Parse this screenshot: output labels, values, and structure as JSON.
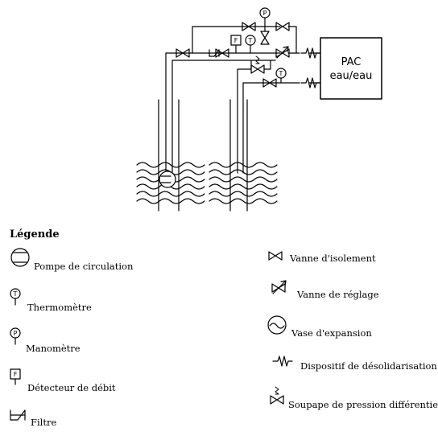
{
  "diagram": {
    "heat_pump": {
      "line1": "PAC",
      "line2": "eau/eau"
    },
    "symbol_letters": {
      "thermometer": "T",
      "manometer": "P",
      "flow_detector": "F"
    }
  },
  "legend": {
    "title": "Légende",
    "items": [
      {
        "id": "pump",
        "label": "Pompe de circulation",
        "icon": "circulation-pump-icon"
      },
      {
        "id": "thermo",
        "label": "Thermomètre",
        "icon": "thermometer-icon"
      },
      {
        "id": "mano",
        "label": "Manomètre",
        "icon": "manometer-icon"
      },
      {
        "id": "flow",
        "label": "Détecteur de débit",
        "icon": "flow-detector-icon"
      },
      {
        "id": "filter",
        "label": "Filtre",
        "icon": "filter-icon"
      },
      {
        "id": "iso",
        "label": "Vanne d'isolement",
        "icon": "isolation-valve-icon"
      },
      {
        "id": "reg",
        "label": "Vanne de réglage",
        "icon": "regulating-valve-icon"
      },
      {
        "id": "exp",
        "label": "Vase d'expansion",
        "icon": "expansion-vessel-icon"
      },
      {
        "id": "desol",
        "label": "Dispositif de désolidarisation",
        "icon": "decoupling-device-icon"
      },
      {
        "id": "soup",
        "label": "Soupape de pression différentielle",
        "icon": "differential-pressure-valve-icon"
      }
    ]
  }
}
